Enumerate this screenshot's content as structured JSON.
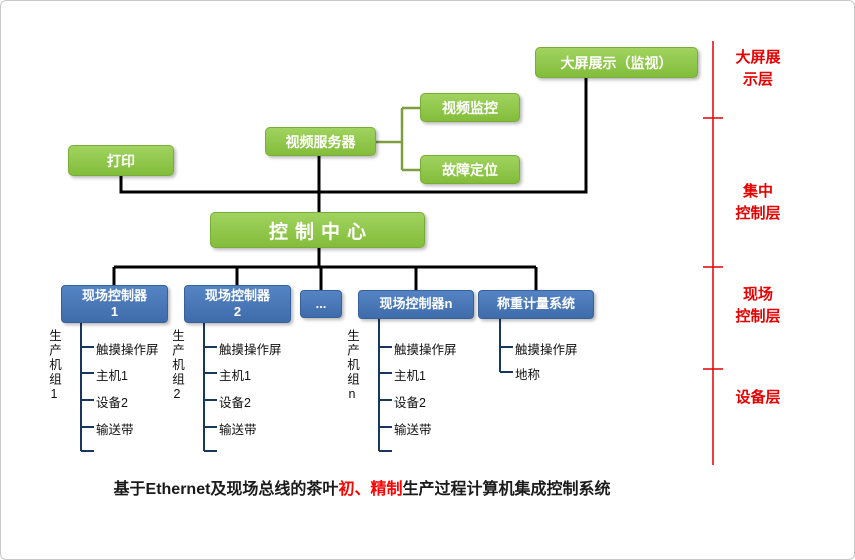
{
  "top": {
    "big_screen": "大屏展示（监视）",
    "print": "打印",
    "video_server": "视频服务器",
    "video_monitor": "视频监控",
    "fault_location": "故障定位",
    "control_center": "控制中心"
  },
  "layers": [
    {
      "label": "大屏展\n示层"
    },
    {
      "label": "集中\n控制层"
    },
    {
      "label": "现场\n控制层"
    },
    {
      "label": "设备层"
    }
  ],
  "controllers": [
    {
      "title": "现场控制器\n1",
      "group": "生产机组1",
      "items": [
        "触摸操作屏",
        "主机1",
        "设备2",
        "输送带"
      ]
    },
    {
      "title": "现场控制器\n2",
      "group": "生产机组2",
      "items": [
        "触摸操作屏",
        "主机1",
        "设备2",
        "输送带"
      ]
    },
    {
      "title": "..."
    },
    {
      "title": "现场控制器n",
      "group": "生产机组n",
      "items": [
        "触摸操作屏",
        "主机1",
        "设备2",
        "输送带"
      ]
    },
    {
      "title": "称重计量系统",
      "items": [
        "触摸操作屏",
        "地称"
      ]
    }
  ],
  "caption": {
    "pre": "基于Ethernet及现场总线的茶叶",
    "highlight": "初、精制",
    "post": "生产过程计算机集成控制系统"
  },
  "colors": {
    "green_node": "#8CC63E",
    "blue_node": "#4A7CBF",
    "layer_text": "#E60000",
    "highlight_text": "#FF0000",
    "backbone_line": "#000000",
    "tree_line": "#17375E",
    "video_branch_line": "#7E9E40"
  }
}
